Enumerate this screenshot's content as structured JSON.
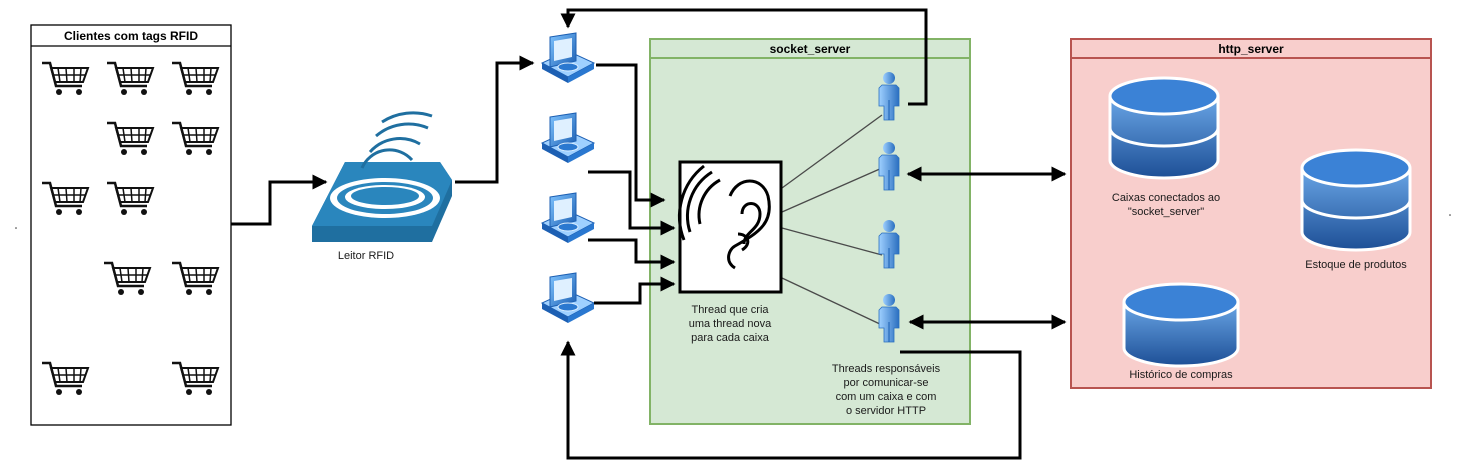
{
  "clients_box": {
    "title": "Clientes com tags RFID"
  },
  "reader": {
    "label": "Leitor RFID"
  },
  "socket_server": {
    "title": "socket_server",
    "listener_label": [
      "Thread que cria",
      "uma thread nova",
      "para cada caixa"
    ],
    "threads_label": [
      "Threads responsáveis",
      "por comunicar-se",
      "com um caixa e com",
      "o servidor HTTP"
    ]
  },
  "http_server": {
    "title": "http_server",
    "db_caixas": [
      "Caixas conectados ao",
      "\"socket_server\""
    ],
    "db_estoque": [
      "Estoque de produtos"
    ],
    "db_historico": [
      "Histórico de compras"
    ]
  },
  "colors": {
    "socket_fill": "#d5e8d4",
    "socket_stroke": "#82b366",
    "http_fill": "#f8cecc",
    "http_stroke": "#b85450",
    "icon_blue": "#2a6fc0",
    "reader_blue": "#1f6fa0"
  }
}
